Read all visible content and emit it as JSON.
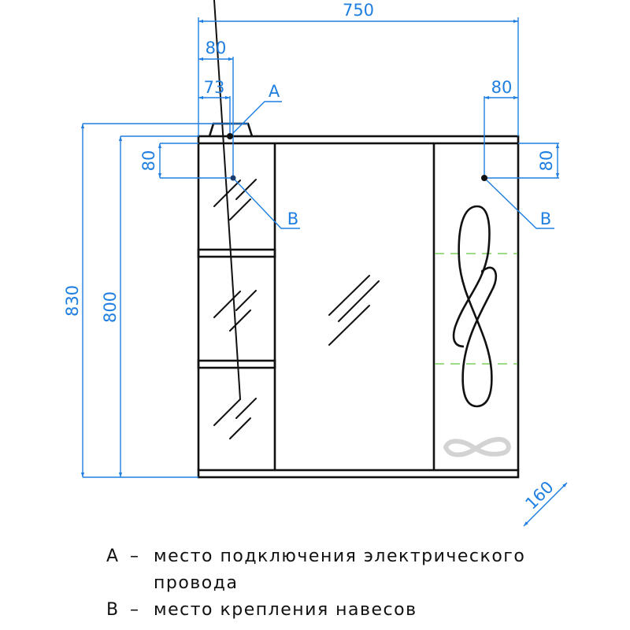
{
  "drawing": {
    "colors": {
      "outline": "#111111",
      "dimension": "#1f7fe0",
      "shelf_hidden": "#7fcf5f",
      "logo": "#d3d3d3"
    },
    "dimensions": {
      "overall_width": "750",
      "left_point_a_offset_outer": "80",
      "left_point_a_offset_inner": "73",
      "right_point_b_offset": "80",
      "left_point_b_vertical": "80",
      "right_point_b_vertical": "80",
      "overall_height_with_lamp": "830",
      "cabinet_height": "800",
      "depth": "160"
    },
    "callouts": {
      "a": "A",
      "b_left": "B",
      "b_right": "B"
    }
  },
  "legend": {
    "items": [
      {
        "key": "A",
        "dash": "–",
        "text": "место подключения электрического",
        "continuation": "провода"
      },
      {
        "key": "B",
        "dash": "–",
        "text": "место крепления навесов"
      }
    ]
  }
}
